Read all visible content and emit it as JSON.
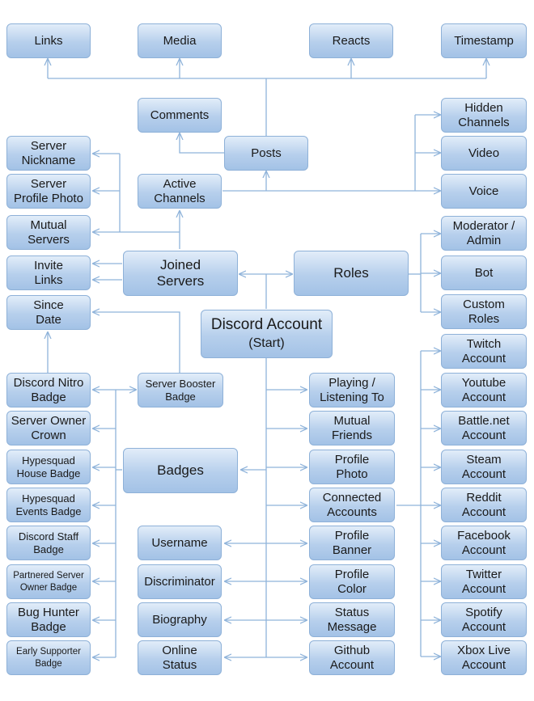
{
  "nodes": {
    "links": "Links",
    "media": "Media",
    "reacts": "Reacts",
    "timestamp": "Timestamp",
    "comments": "Comments",
    "posts": "Posts",
    "hidden_channels": "Hidden\nChannels",
    "video": "Video",
    "voice": "Voice",
    "server_nickname": "Server\nNickname",
    "server_profile_photo": "Server\nProfile Photo",
    "mutual_servers": "Mutual\nServers",
    "active_channels": "Active\nChannels",
    "invite_links": "Invite\nLinks",
    "joined_servers": "Joined\nServers",
    "roles": "Roles",
    "moderator_admin": "Moderator /\nAdmin",
    "bot": "Bot",
    "custom_roles": "Custom\nRoles",
    "since_date": "Since\nDate",
    "discord_account_title": "Discord Account",
    "discord_account_sub": "(Start)",
    "discord_nitro_badge": "Discord Nitro\nBadge",
    "server_booster_badge": "Server Booster\nBadge",
    "playing_listening": "Playing /\nListening To",
    "twitch_account": "Twitch\nAccount",
    "server_owner_crown": "Server Owner\nCrown",
    "mutual_friends": "Mutual\nFriends",
    "youtube_account": "Youtube\nAccount",
    "hypesquad_house_badge": "Hypesquad\nHouse Badge",
    "badges": "Badges",
    "profile_photo": "Profile\nPhoto",
    "battlenet_account": "Battle.net\nAccount",
    "hypesquad_events_badge": "Hypesquad\nEvents Badge",
    "connected_accounts": "Connected\nAccounts",
    "steam_account": "Steam\nAccount",
    "discord_staff_badge": "Discord Staff\nBadge",
    "username": "Username",
    "profile_banner": "Profile\nBanner",
    "reddit_account": "Reddit\nAccount",
    "partnered_server_owner_badge": "Partnered Server\nOwner Badge",
    "discriminator": "Discriminator",
    "profile_color": "Profile\nColor",
    "facebook_account": "Facebook\nAccount",
    "bug_hunter_badge": "Bug Hunter\nBadge",
    "biography": "Biography",
    "status_message": "Status\nMessage",
    "twitter_account": "Twitter\nAccount",
    "early_supporter_badge": "Early Supporter\nBadge",
    "online_status": "Online\nStatus",
    "github_account": "Github\nAccount",
    "spotify_account": "Spotify\nAccount",
    "xbox_live_account": "Xbox Live\nAccount"
  },
  "colors": {
    "node_top": "#e2edf9",
    "node_bottom": "#a3c2e6",
    "node_border": "#8eb1d8",
    "connector": "#8fb3da"
  }
}
